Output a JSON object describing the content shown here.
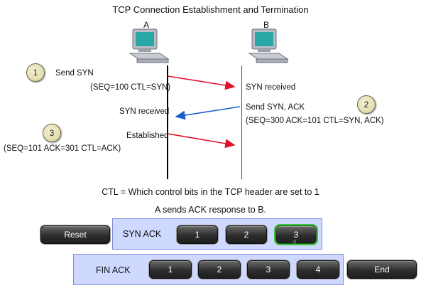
{
  "title": "TCP Connection Establishment and Termination",
  "hosts": {
    "a_label": "A",
    "b_label": "B"
  },
  "steps": {
    "step1_number": "1",
    "step1_label": "Send SYN",
    "step1_detail": "(SEQ=100 CTL=SYN)",
    "syn_received_b": "SYN received",
    "step2_number": "2",
    "step2_label": "Send SYN, ACK",
    "step2_detail": "(SEQ=300 ACK=101 CTL=SYN, ACK)",
    "syn_received_a": "SYN received",
    "step3_number": "3",
    "established": "Established",
    "step3_detail": "(SEQ=101 ACK=301 CTL=ACK)"
  },
  "ctl_note": "CTL = Which control bits in the TCP header are set to 1",
  "status": "A sends ACK response to B.",
  "controls": {
    "reset": "Reset",
    "syn_ack_label": "SYN ACK",
    "syn_buttons": [
      "1",
      "2",
      "3"
    ],
    "syn_active": "3",
    "fin_ack_label": "FIN ACK",
    "fin_buttons": [
      "1",
      "2",
      "3",
      "4"
    ],
    "end": "End"
  },
  "colors": {
    "arrow_red": "#e0102a",
    "arrow_blue": "#1b5ec9",
    "panel_bg": "#cfd8ff",
    "active_outline": "#3fc43f"
  },
  "icons": {
    "host": "computer-icon",
    "cursor": "pointer-cursor-icon"
  }
}
